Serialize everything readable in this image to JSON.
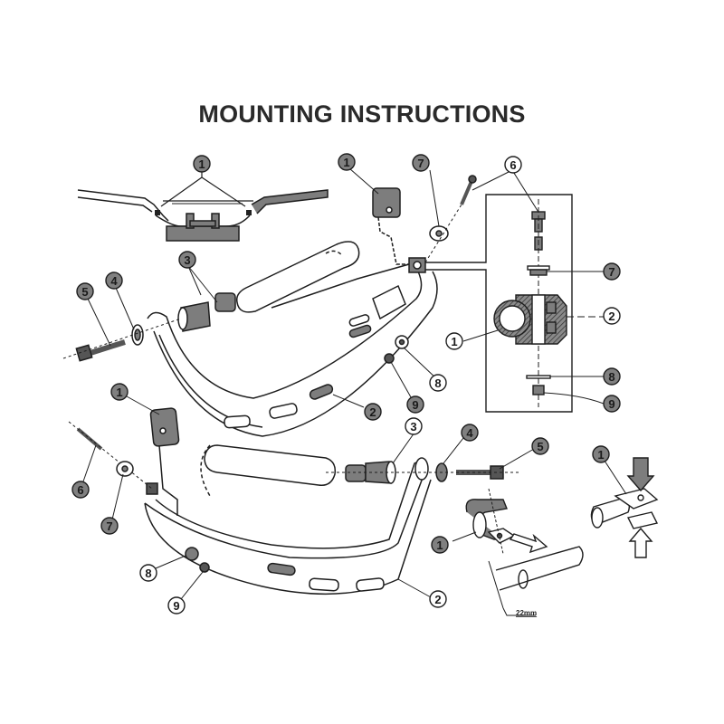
{
  "title": "MOUNTING INSTRUCTIONS",
  "colors": {
    "line": "#1e1e1e",
    "part_fill": "#7d7d7d",
    "callout_fill_dark": "#808080",
    "callout_fill_light": "#ffffff",
    "background": "#ffffff"
  },
  "callouts": {
    "handlebar_clamps": "1",
    "top_clamp": "1",
    "top_nut_7": "7",
    "top_bolt_6": "6",
    "top_sleeve_3": "3",
    "top_washer_4": "4",
    "top_bolt_5": "5",
    "top_guard_2": "2",
    "top_washer_8": "8",
    "top_nut_9": "9",
    "detail_washer_7": "7",
    "detail_clamp_2": "2",
    "detail_bar_1": "1",
    "detail_washer_8": "8",
    "detail_nut_9": "9",
    "bottom_clamp_1": "1",
    "bottom_bolt_6": "6",
    "bottom_nut_7": "7",
    "bottom_sleeve_3": "3",
    "bottom_washer_4": "4",
    "bottom_bolt_5": "5",
    "bottom_washer_8": "8",
    "bottom_nut_9": "9",
    "bottom_guard_2": "2",
    "small_clamp_1": "1",
    "press_clamp_1": "1"
  },
  "dimension_label": "22mm"
}
